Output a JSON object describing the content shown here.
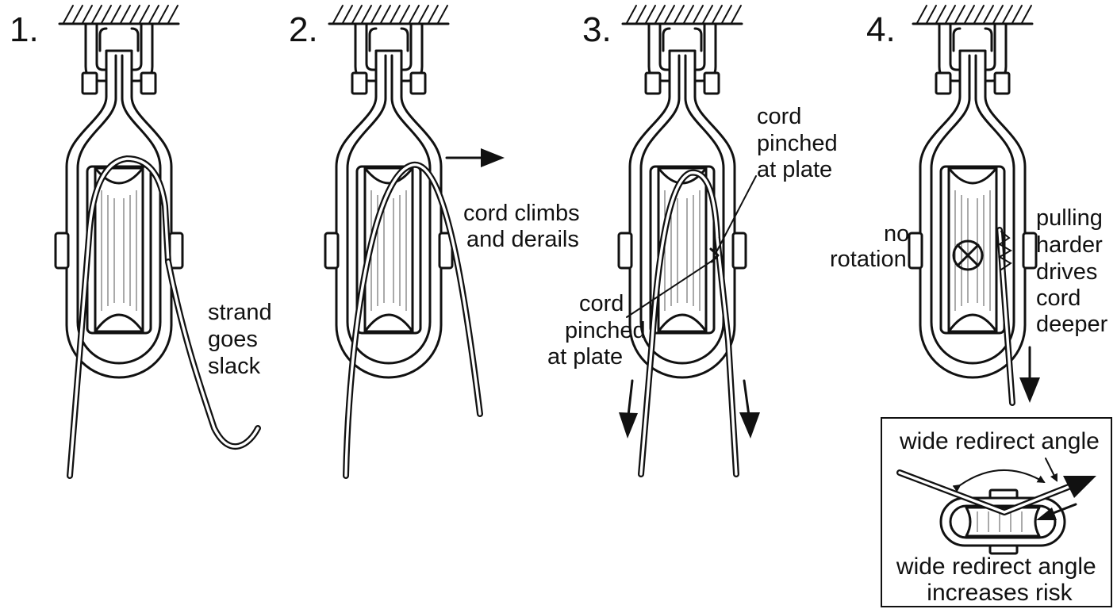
{
  "panels": [
    {
      "number": "1.",
      "label_lines": [
        "strand",
        "goes",
        "slack"
      ]
    },
    {
      "number": "2.",
      "label_lines": [
        "cord climbs",
        "and derails"
      ]
    },
    {
      "number": "3.",
      "label_top_lines": [
        "cord",
        "pinched",
        "at plate"
      ],
      "label_bottom_lines": [
        "cord",
        "pinched",
        "at plate"
      ]
    },
    {
      "number": "4.",
      "label_left_lines": [
        "no",
        "rotation"
      ],
      "label_right_lines": [
        "pulling",
        "harder",
        "drives",
        "cord",
        "deeper"
      ]
    }
  ],
  "inset": {
    "top_label": "wide redirect angle",
    "bottom_lines": [
      "wide redirect angle",
      "increases risk"
    ]
  },
  "icons": {
    "ceiling": "hatched-ceiling-icon",
    "pulley": "pulley-block-icon",
    "arrow": "arrow-icon",
    "no_rotation": "crossed-circle-icon",
    "friction": "zigzag-friction-icon"
  }
}
